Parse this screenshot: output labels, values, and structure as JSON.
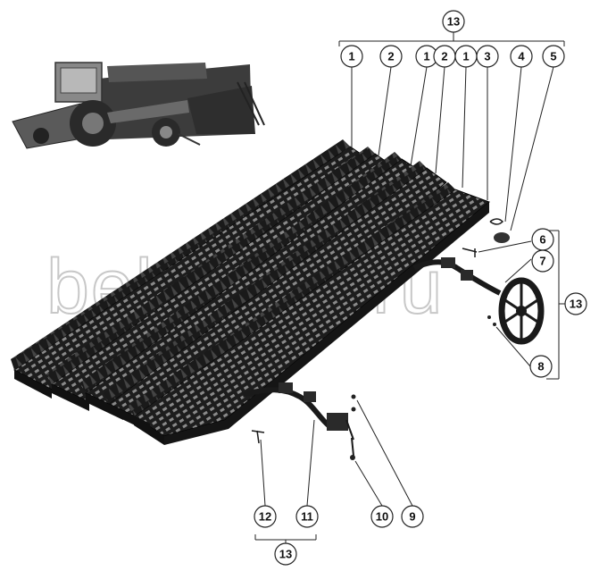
{
  "watermark": "belmash.ru",
  "callouts": {
    "top_group": "13",
    "c1a": "1",
    "c2a": "2",
    "c1b": "1",
    "c2b": "2",
    "c1c": "1",
    "c3": "3",
    "c4": "4",
    "c5": "5",
    "c6": "6",
    "c7": "7",
    "c8": "8",
    "right_group": "13",
    "c9": "9",
    "c10": "10",
    "c11": "11",
    "c12": "12",
    "bottom_group": "13"
  },
  "colors": {
    "background": "#ffffff",
    "parts": "#1a1a1a",
    "combine_body": "#3a3a3a",
    "combine_cab": "#6a6a6a",
    "callout_line": "#222222"
  }
}
